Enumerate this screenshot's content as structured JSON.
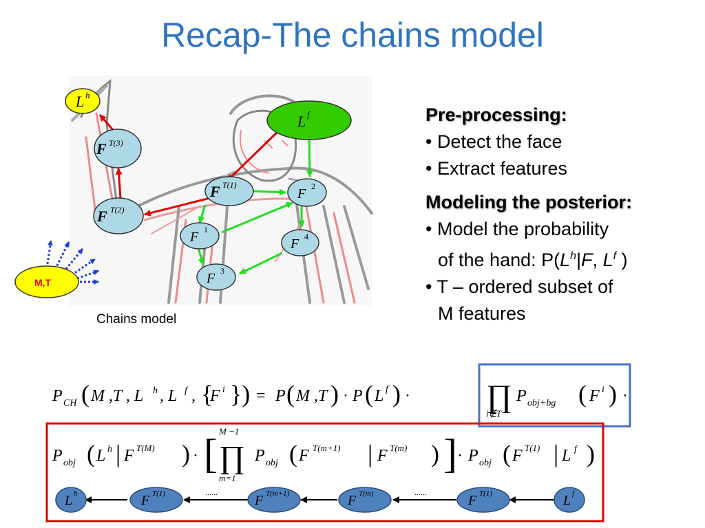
{
  "title": "Recap-The chains model",
  "right_panel": {
    "section1_header": "Pre-processing:",
    "section1_items": [
      "• Detect the face",
      "• Extract features"
    ],
    "section2_header": "Modeling the posterior:",
    "section2_line1": "• Model the probability",
    "section2_line2_pre": "of the hand: P(",
    "section2_line2_L": "L",
    "section2_line2_h": "h",
    "section2_line2_mid": "|",
    "section2_line2_F": "F",
    "section2_line2_comma": ", ",
    "section2_line2_L2": "L",
    "section2_line2_f": "f",
    "section2_line2_post": " )",
    "section2_line3": "• T – ordered subset of",
    "section2_line4": "M features"
  },
  "caption": "Chains model",
  "nodes": {
    "Lh": {
      "main": "L",
      "sup": "h"
    },
    "Lf": {
      "main": "L",
      "sup": "f"
    },
    "FT3": {
      "main": "F",
      "sup": "T(3)"
    },
    "FT2": {
      "main": "F",
      "sup": "T(2)"
    },
    "FT1": {
      "main": "F",
      "sup": "T(1)"
    },
    "F1": {
      "main": "F",
      "sup": "1"
    },
    "F2": {
      "main": "F",
      "sup": "2"
    },
    "F3": {
      "main": "F",
      "sup": "3"
    },
    "F4": {
      "main": "F",
      "sup": "4"
    },
    "MT": {
      "label": "M,T"
    }
  },
  "chain": {
    "nodes": [
      {
        "main": "L",
        "sup": "h"
      },
      {
        "main": "F",
        "sup": "T(1)"
      },
      {
        "main": "F",
        "sup": "T(m+1)"
      },
      {
        "main": "F",
        "sup": "T(m)"
      },
      {
        "main": "F",
        "sup": "T(1)"
      },
      {
        "main": "L",
        "sup": "f"
      }
    ],
    "dots": "......"
  },
  "colors": {
    "title": "#2f74c0",
    "node_blue": "#add8e6",
    "node_yellow": "#ffff00",
    "node_green": "#33cc00",
    "chain_node": "#4f81bd",
    "arrow_red": "#e00000",
    "arrow_green": "#22dd22",
    "arrow_blue": "#1f3fd0",
    "box_blue": "#4472c4",
    "box_red": "#e00000"
  }
}
